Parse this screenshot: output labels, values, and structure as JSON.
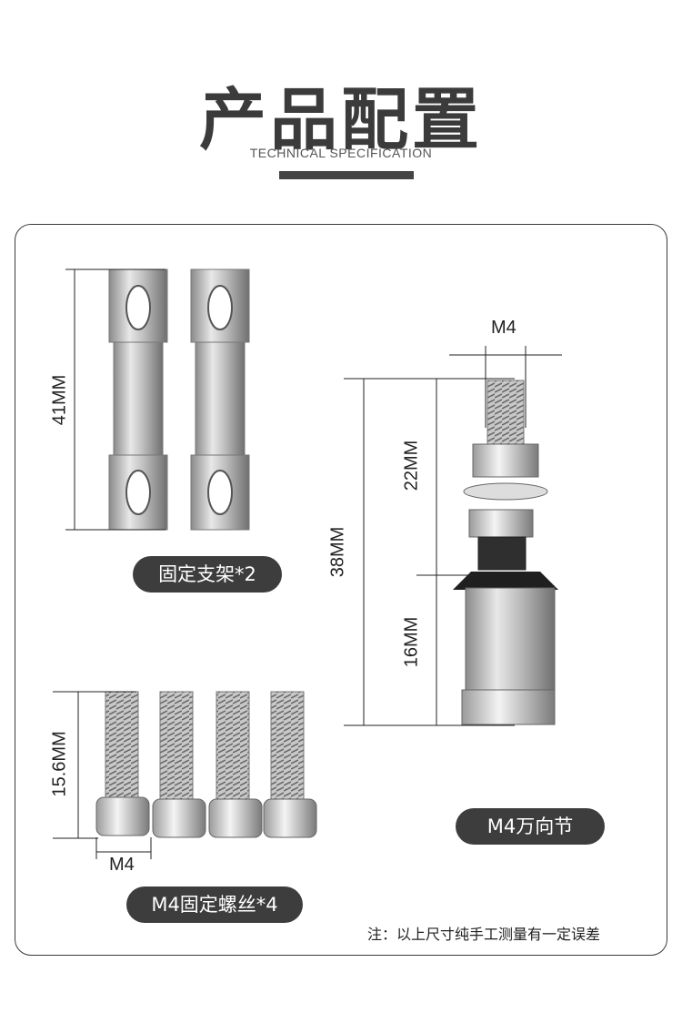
{
  "header": {
    "title": "产品配置",
    "subtitle": "TECHNICAL SPECIFICATION"
  },
  "items": {
    "bracket": {
      "label": "固定支架*2",
      "height_dim": "41MM"
    },
    "joint": {
      "label": "M4万向节",
      "thread_dim": "M4",
      "total_dim": "38MM",
      "upper_dim": "22MM",
      "lower_dim": "16MM"
    },
    "screw": {
      "label": "M4固定螺丝*4",
      "length_dim": "15.6MM",
      "thread_dim": "M4"
    }
  },
  "note": "注：以上尺寸纯手工测量有一定误差"
}
